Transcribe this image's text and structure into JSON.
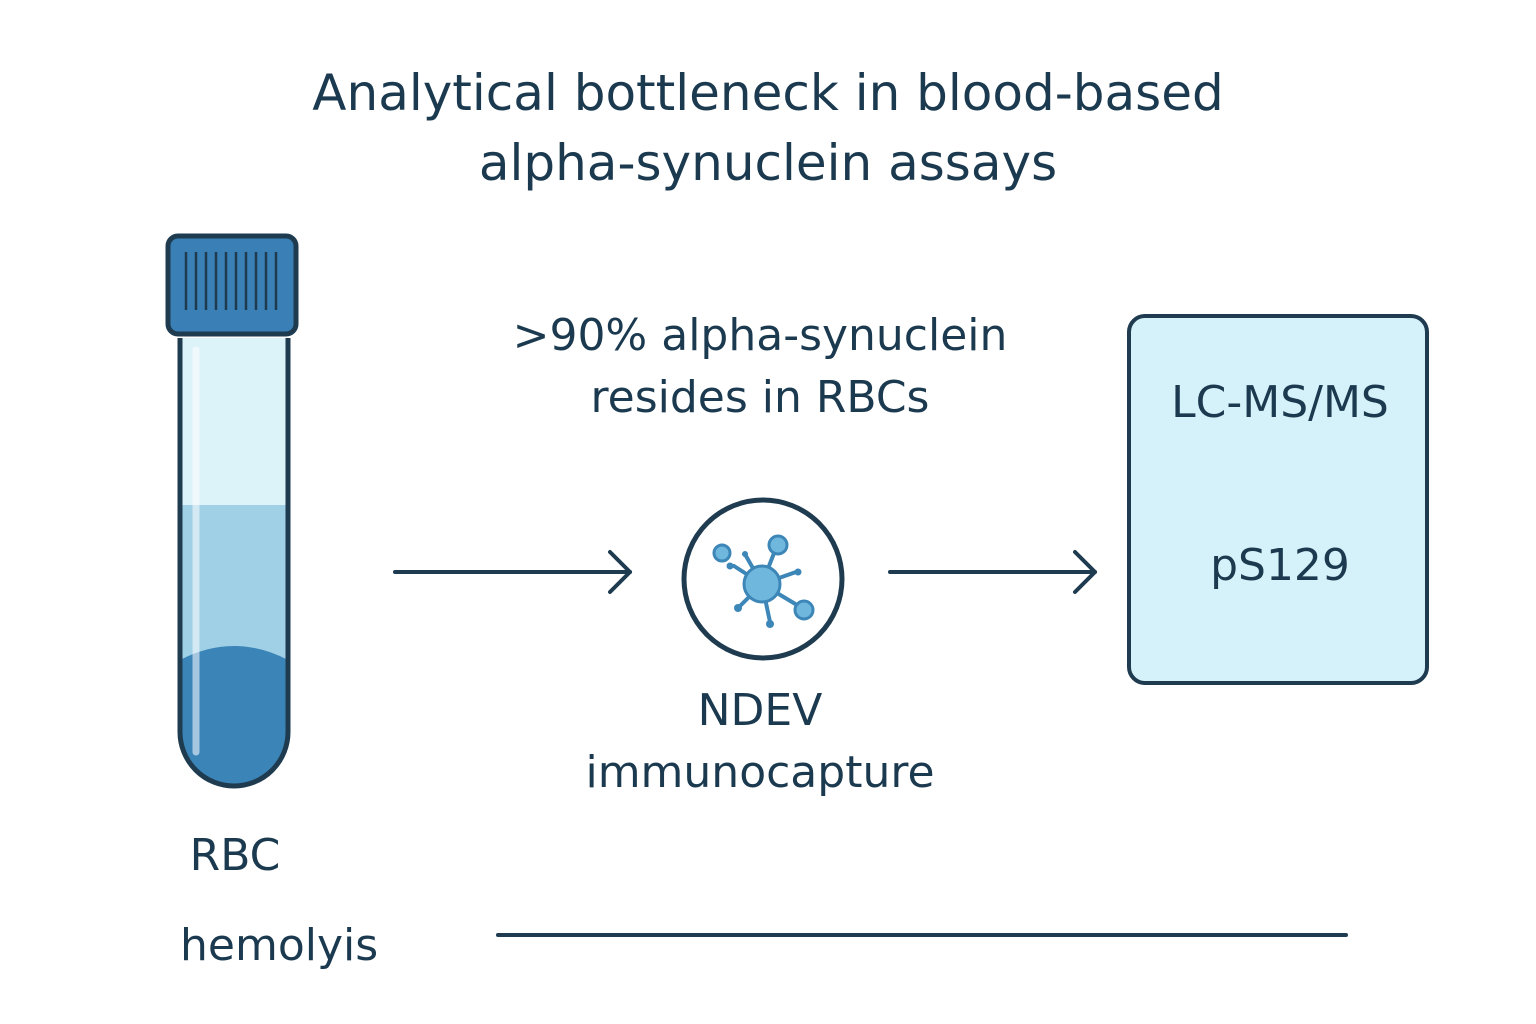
{
  "title": {
    "line1": "Analytical bottleneck in blood-based",
    "line2": "alpha-synuclein assays"
  },
  "note": {
    "line1": ">90% alpha-synuclein",
    "line2": "resides in RBCs"
  },
  "tube": {
    "label_rbc": "RBC",
    "label_hemolysis": "hemolyis"
  },
  "capture": {
    "line1": "NDEV",
    "line2": "immunocapture"
  },
  "result_box": {
    "method": "LC-MS/MS",
    "marker": "pS129"
  },
  "colors": {
    "outline": "#1f3b50",
    "cap_blue": "#3a7fb5",
    "tube_light": "#d9f3fa",
    "plasma": "#9fd1e6",
    "rbc_layer": "#3b84b8",
    "box_fill": "#d5f1f9",
    "vesicle": "#6fb7dc"
  },
  "icons": {
    "tube": "blood-collection-tube-icon",
    "vesicle": "extracellular-vesicle-icon",
    "arrow": "arrow-right-icon"
  }
}
